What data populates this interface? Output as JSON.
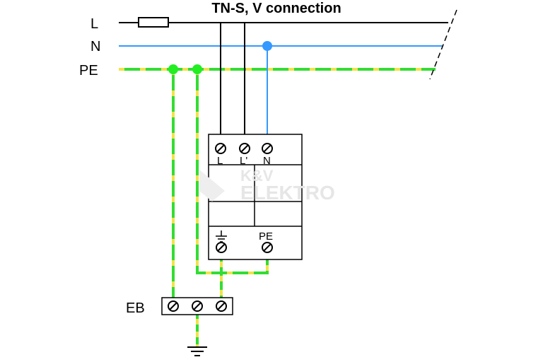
{
  "title": "TN-S, V connection",
  "conductors": {
    "l_label": "L",
    "n_label": "N",
    "pe_label": "PE"
  },
  "device": {
    "terminal_l": "L",
    "terminal_l_prime": "L'",
    "terminal_n": "N",
    "terminal_pe": "PE",
    "watermark_line1": "K&V",
    "watermark_line2": "ELEKTRO"
  },
  "equipotential_bar": {
    "label": "EB"
  },
  "colors": {
    "phase": "#000000",
    "neutral": "#3399ff",
    "pe_green": "#33dd33",
    "pe_yellow": "#f2e24a",
    "node_green": "#22ee22",
    "node_blue": "#3399ff"
  },
  "icons": [
    "fuse-icon",
    "terminal-screw-icon",
    "ground-icon",
    "line-break-icon"
  ]
}
